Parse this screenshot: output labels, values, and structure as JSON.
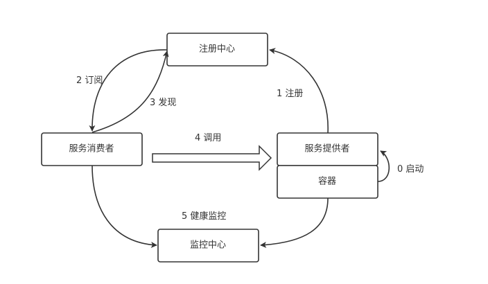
{
  "diagram": {
    "nodes": {
      "registry": "注册中心",
      "consumer": "服务消费者",
      "provider": "服务提供者",
      "container": "容器",
      "monitor": "监控中心"
    },
    "edges": {
      "start": "0 启动",
      "register": "1 注册",
      "subscribe": "2 订阅",
      "discover": "3 发现",
      "invoke": "4 调用",
      "monitor": "5 健康监控"
    }
  }
}
